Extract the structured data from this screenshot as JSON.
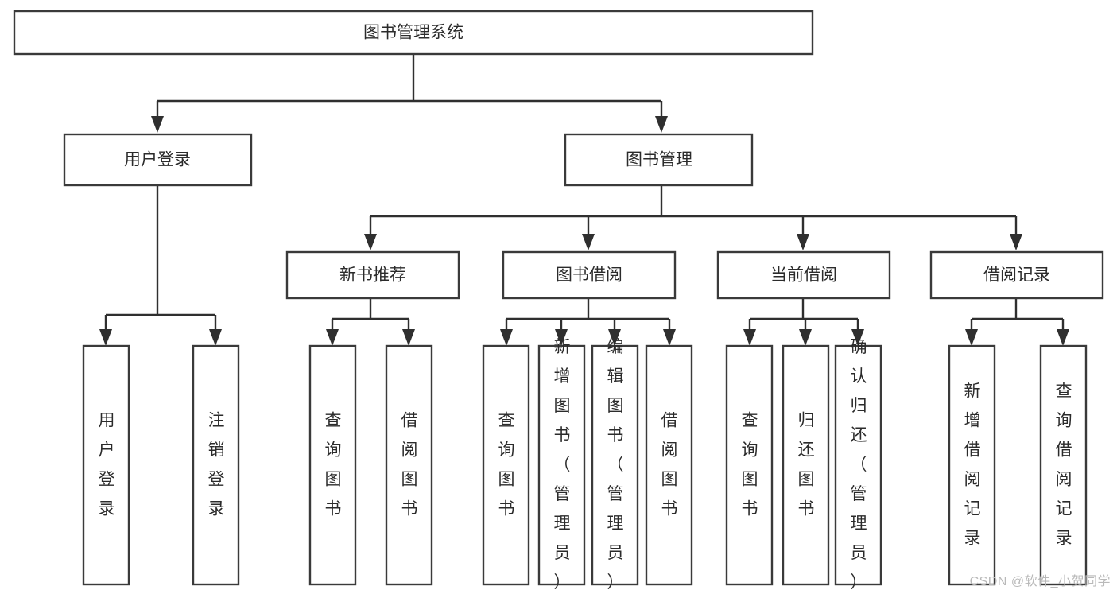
{
  "diagram": {
    "type": "tree-hierarchy-chart",
    "title": "图书管理系统",
    "root": {
      "id": "root",
      "label": "图书管理系统",
      "orientation": "horizontal"
    },
    "level2": [
      {
        "id": "user-login",
        "label": "用户登录",
        "orientation": "horizontal"
      },
      {
        "id": "book-management",
        "label": "图书管理",
        "orientation": "horizontal"
      }
    ],
    "level3": [
      {
        "id": "new-book-recommend",
        "label": "新书推荐",
        "orientation": "horizontal",
        "parent": "book-management"
      },
      {
        "id": "book-borrow",
        "label": "图书借阅",
        "orientation": "horizontal",
        "parent": "book-management"
      },
      {
        "id": "current-borrow",
        "label": "当前借阅",
        "orientation": "horizontal",
        "parent": "book-management"
      },
      {
        "id": "borrow-record",
        "label": "借阅记录",
        "orientation": "horizontal",
        "parent": "book-management"
      }
    ],
    "leaves": [
      {
        "id": "leaf-user-login",
        "label": "用户登录",
        "orientation": "vertical",
        "parent": "user-login"
      },
      {
        "id": "leaf-logout-login",
        "label": "注销登录",
        "orientation": "vertical",
        "parent": "user-login"
      },
      {
        "id": "leaf-query-book-1",
        "label": "查询图书",
        "orientation": "vertical",
        "parent": "new-book-recommend"
      },
      {
        "id": "leaf-borrow-book-1",
        "label": "借阅图书",
        "orientation": "vertical",
        "parent": "new-book-recommend"
      },
      {
        "id": "leaf-query-book-2",
        "label": "查询图书",
        "orientation": "vertical",
        "parent": "book-borrow"
      },
      {
        "id": "leaf-add-book",
        "label": "新增图书（管理员）",
        "orientation": "vertical",
        "parent": "book-borrow"
      },
      {
        "id": "leaf-edit-book",
        "label": "编辑图书（管理员）",
        "orientation": "vertical",
        "parent": "book-borrow"
      },
      {
        "id": "leaf-borrow-book-2",
        "label": "借阅图书",
        "orientation": "vertical",
        "parent": "book-borrow"
      },
      {
        "id": "leaf-query-book-3",
        "label": "查询图书",
        "orientation": "vertical",
        "parent": "current-borrow"
      },
      {
        "id": "leaf-return-book",
        "label": "归还图书",
        "orientation": "vertical",
        "parent": "current-borrow"
      },
      {
        "id": "leaf-confirm-return",
        "label": "确认归还（管理员）",
        "orientation": "vertical",
        "parent": "current-borrow"
      },
      {
        "id": "leaf-add-record",
        "label": "新增借阅记录",
        "orientation": "vertical",
        "parent": "borrow-record"
      },
      {
        "id": "leaf-query-record",
        "label": "查询借阅记录",
        "orientation": "vertical",
        "parent": "borrow-record"
      }
    ]
  },
  "watermark": {
    "text": "CSDN @软件_小贺同学"
  },
  "colors": {
    "box_stroke": "#3a3a3a",
    "connector": "#2f2f2f",
    "text": "#2b2b2b",
    "background": "#ffffff",
    "watermark": "#b9b9b9"
  }
}
